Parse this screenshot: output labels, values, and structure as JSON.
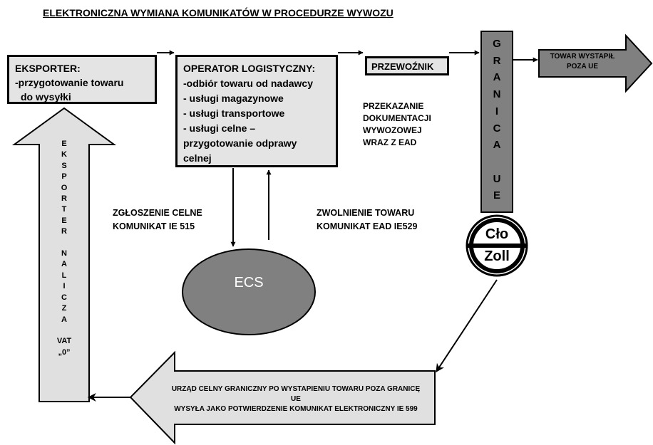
{
  "title": "ELEKTRONICZNA WYMIANA KOMUNIKATÓW W PROCEDURZE WYWOZU",
  "exporter": {
    "lines": [
      "EKSPORTER:",
      "-przygotowanie towaru",
      " do wysyłki"
    ]
  },
  "operator": {
    "lines": [
      "OPERATOR LOGISTYCZNY:",
      "-odbiór towaru od nadawcy",
      "- usługi magazynowe",
      "- usługi transportowe",
      "- usługi celne –",
      "przygotowanie odprawy",
      "celnej"
    ]
  },
  "carrier": {
    "label": "PRZEWOŹNIK"
  },
  "handover_note": [
    "PRZEKAZANIE",
    "DOKUMENTACJI",
    "WYWOZOWEJ",
    "WRAZ Z EAD"
  ],
  "border": {
    "chars": [
      "G",
      "R",
      "A",
      "N",
      "I",
      "C",
      "A",
      "",
      "U",
      "E"
    ]
  },
  "goods_left": [
    "TOWAR WYSTAPIŁ",
    "POZA UE"
  ],
  "declaration_note": [
    "ZGŁOSZENIE CELNE",
    "KOMUNIKAT IE 515"
  ],
  "release_note": [
    "ZWOLNIENIE TOWARU",
    "KOMUNIKAT EAD IE529"
  ],
  "ecs": {
    "label": "ECS"
  },
  "stamp": {
    "top": "Cło",
    "bottom": "Zoll"
  },
  "customs_office": [
    "URZĄD CELNY GRANICZNY PO WYSTAPIENIU TOWARU POZA GRANICĘ",
    "UE",
    "WYSYŁA JAKO POTWIERDZENIE KOMUNIKAT ELEKTRONICZNY IE 599"
  ],
  "exporter_vat": {
    "chars": [
      "E",
      "K",
      "S",
      "P",
      "O",
      "R",
      "T",
      "E",
      "R",
      "",
      "N",
      "A",
      "L",
      "I",
      "C",
      "Z",
      "A",
      "",
      "VAT",
      "„0”"
    ]
  },
  "colors": {
    "box_fill": "#e4e4e4",
    "arrow_fill": "#e0e0e0",
    "dark_fill": "#808080",
    "ecs_fill": "#808080"
  }
}
